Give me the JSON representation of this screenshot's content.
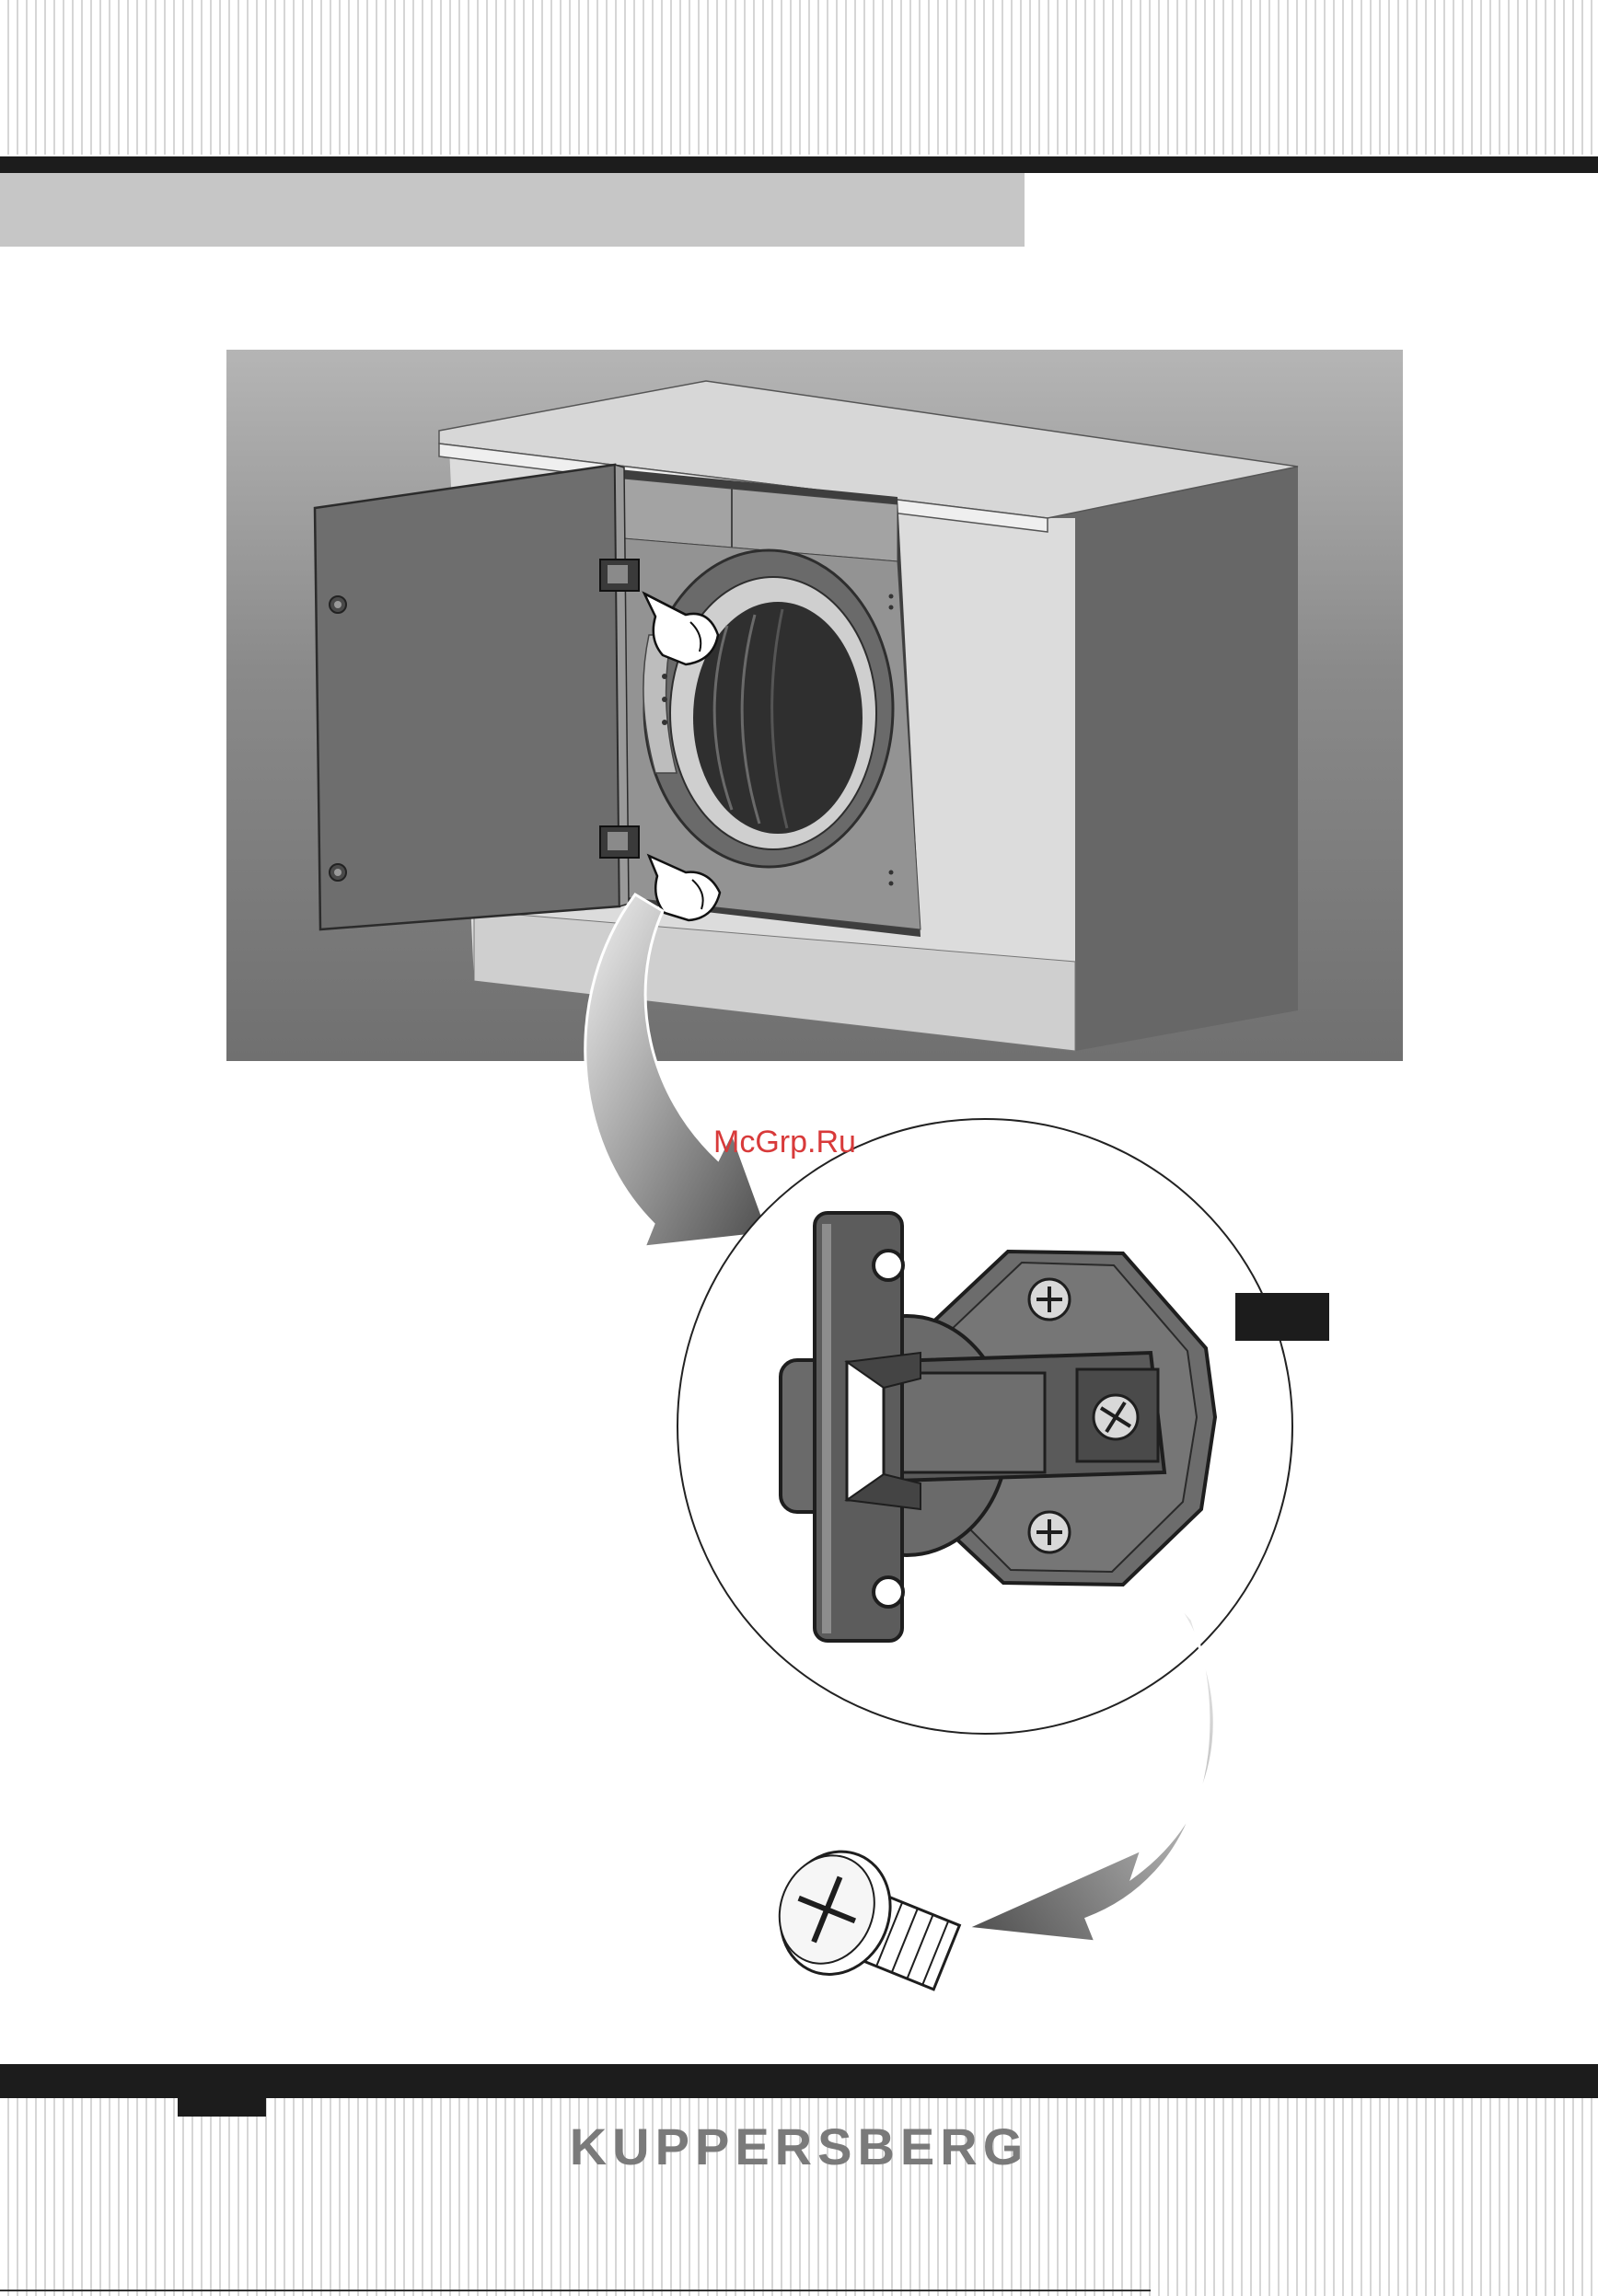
{
  "watermark": {
    "text": "McGrp.Ru"
  },
  "footer": {
    "brand": "KUPPERSBERG"
  },
  "icons": {
    "scene": "cabinet-washing-machine-illustration",
    "hinge": "hinge-closeup-icon",
    "screw": "screw-icon",
    "hand": "pointing-hand-icon",
    "arrow": "curved-arrow-icon"
  },
  "colors": {
    "bars": "#1c1c1c",
    "header_band": "#c6c6c6",
    "brand_text": "#7a7a7a",
    "watermark": "#d83a3a",
    "scene_bg": "#8a8a8a",
    "cabinet_side": "#676767",
    "door": "#6e6e6e",
    "countertop": "#dcdcdc"
  }
}
